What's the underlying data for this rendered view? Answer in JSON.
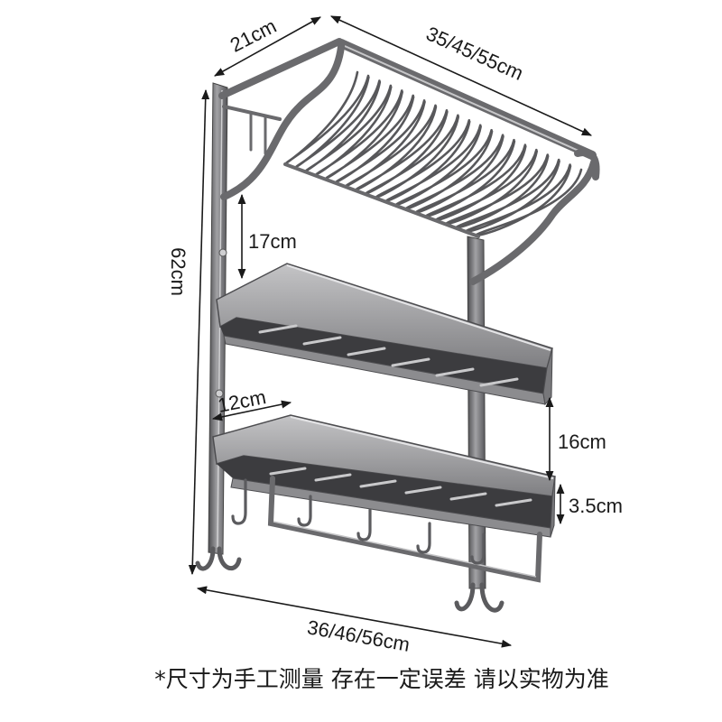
{
  "dimensions": {
    "top_depth": "21cm",
    "top_length": "35/45/55cm",
    "total_height": "62cm",
    "basket_to_shelf_gap": "17cm",
    "shelf_depth": "12cm",
    "shelf_spacing": "16cm",
    "shelf_rim_height": "3.5cm",
    "bottom_length": "36/46/56cm"
  },
  "footnote": "*尺寸为手工测量 存在一定误差 请以实物为准",
  "colors": {
    "background": "#ffffff",
    "annotation": "#1a1a1a",
    "metal": "#6a6a6d"
  }
}
